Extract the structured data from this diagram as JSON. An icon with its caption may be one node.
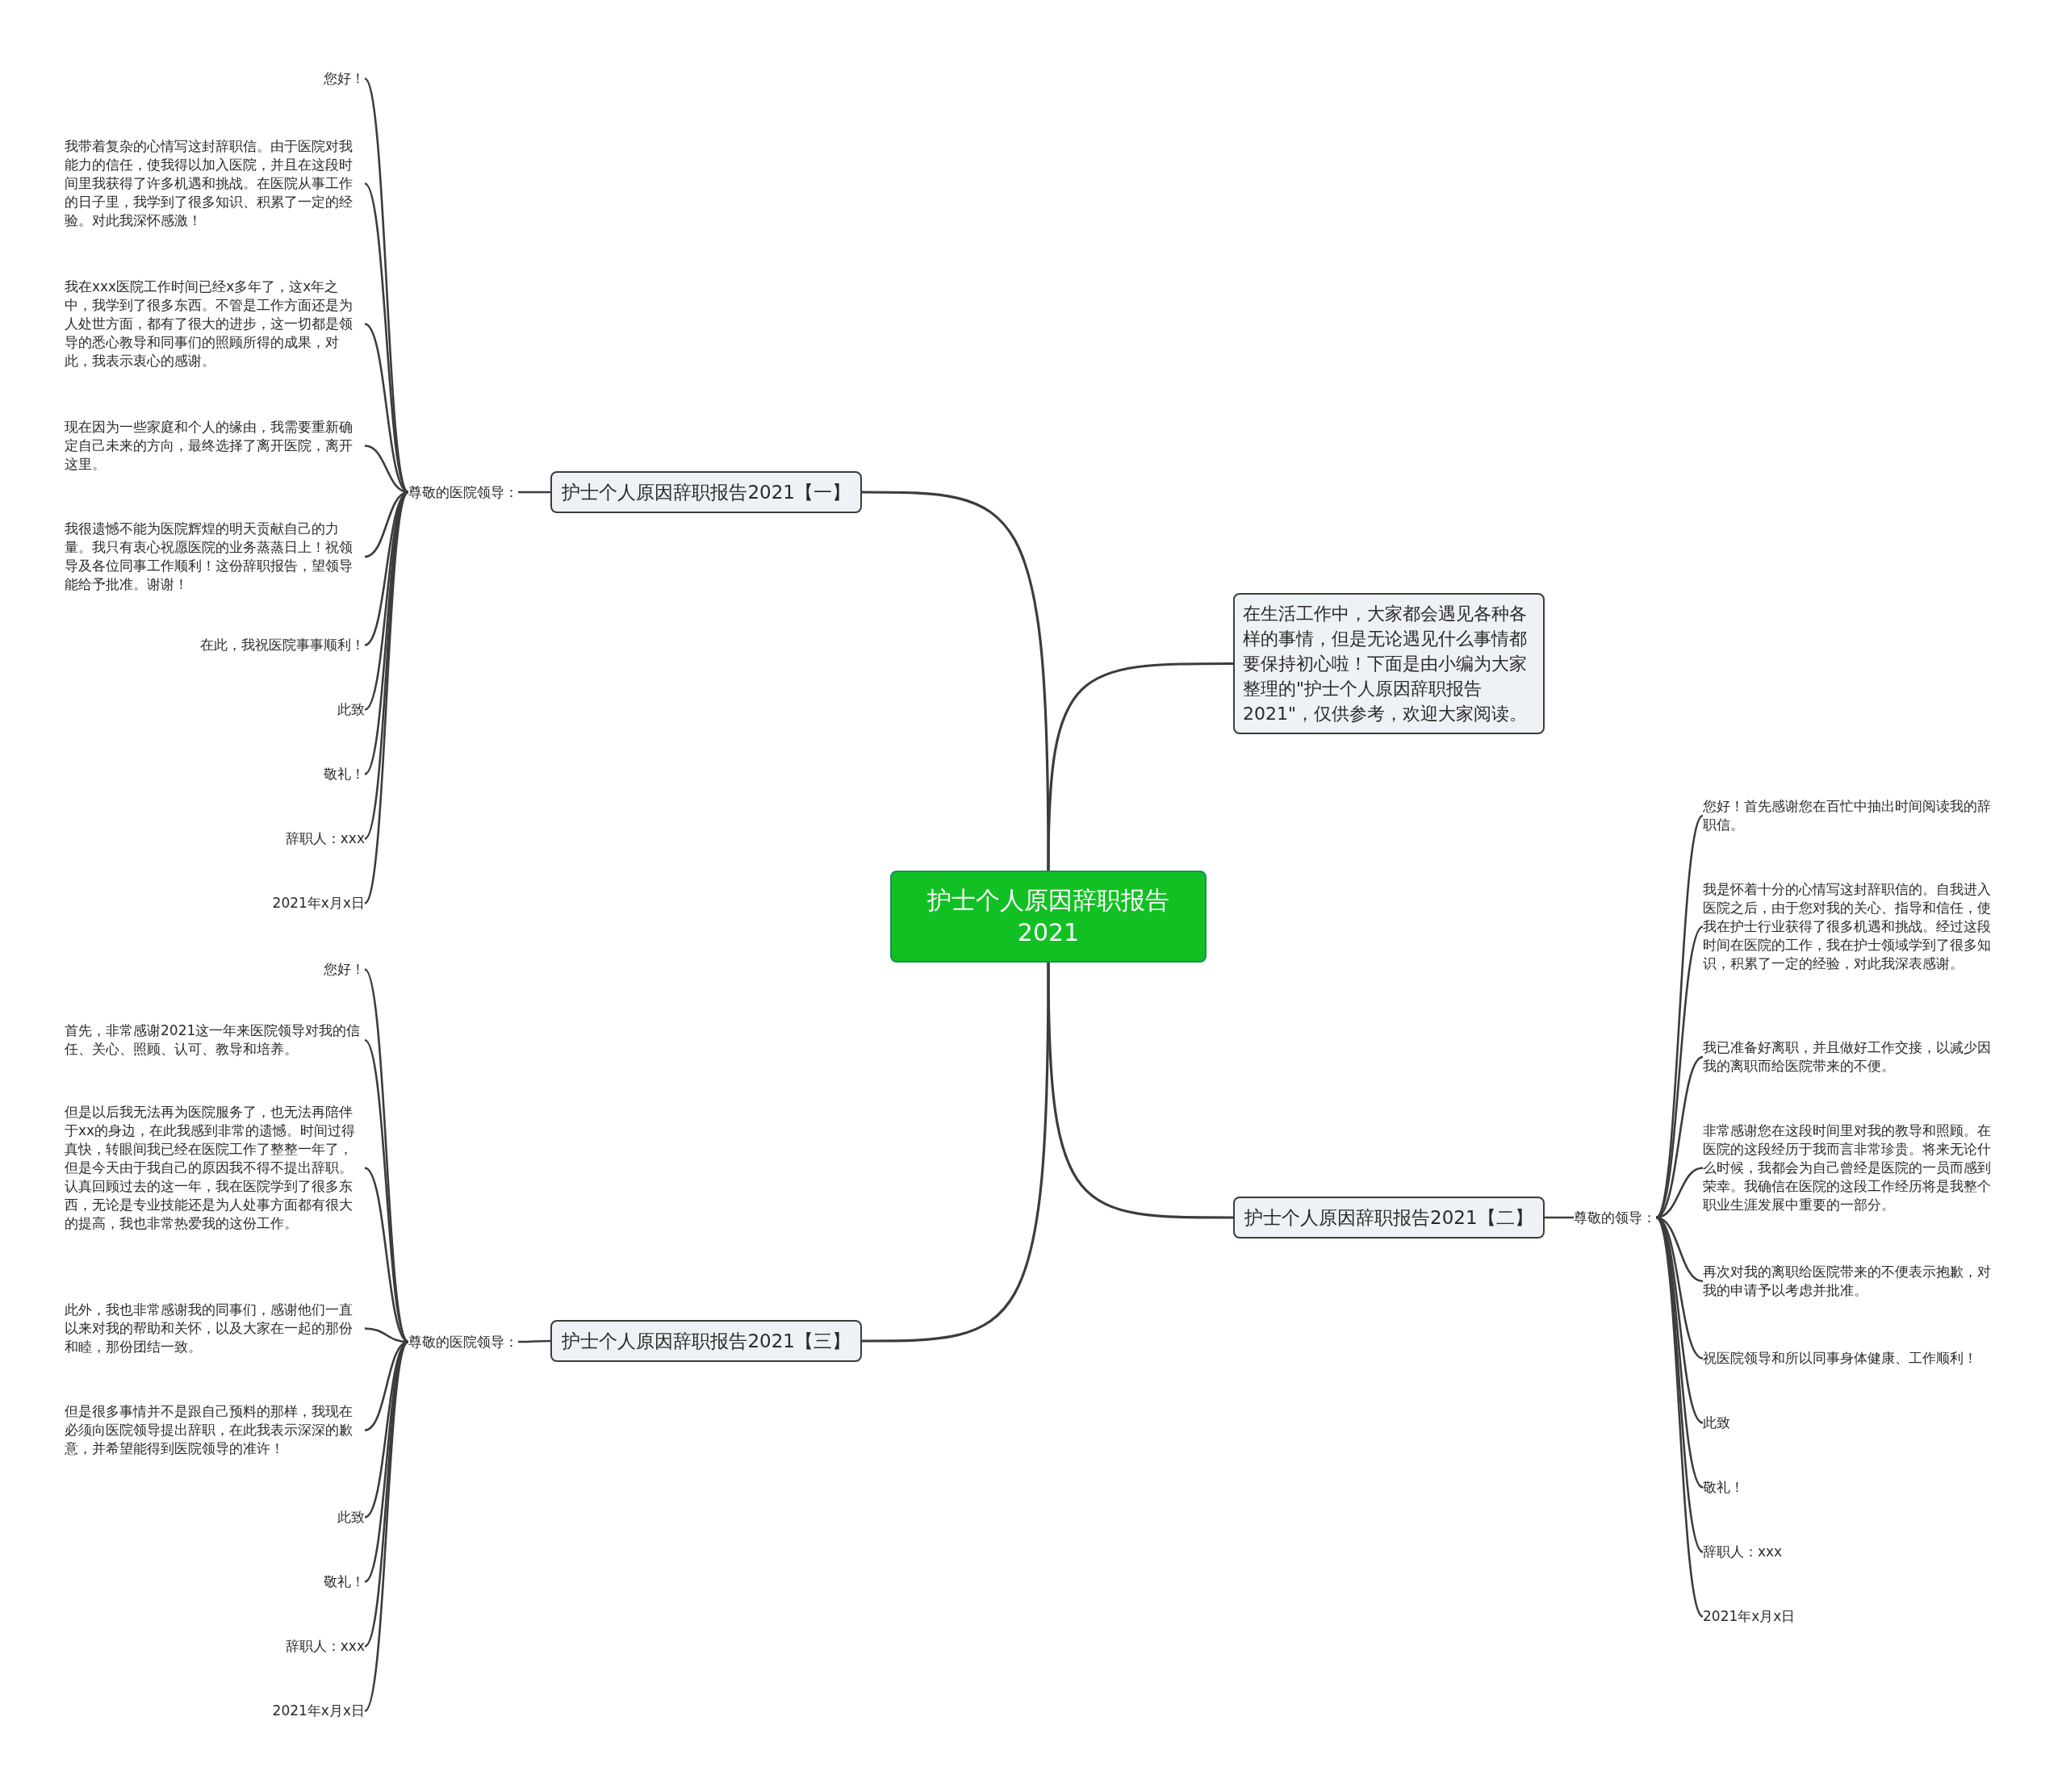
{
  "diagram": {
    "nodes": [
      {
        "text": [
          "护士个人原因辞职报告2021"
        ]
      },
      {
        "text": [
          "护士个人原因辞职报告2021【一】"
        ]
      },
      {
        "text": [
          "尊敬的医院领导："
        ]
      },
      {
        "text": [
          "您好！"
        ]
      },
      {
        "text": [
          "我带着复杂的心情写这封辞职信。由于医院对我能力的信任，使我得以加入医院，并且在这段时间里我获得了许多机遇和挑战。在医院从事工作的日子里，我学到了很多知识、积累了一定的经验。对此我深怀感激！"
        ]
      },
      {
        "text": [
          "我在xxx医院工作时间已经x多年了，这x年之中，我学到了很多东西。不管是工作方面还是为人处世方面，都有了很大的进步，这一切都是领导的悉心教导和同事们的照顾所得的成果，对此，我表示衷心的感谢。"
        ]
      },
      {
        "text": [
          "现在因为一些家庭和个人的缘由，我需要重新确定自己未来的方向，最终选择了离开医院，离开这里。"
        ]
      },
      {
        "text": [
          "我很遗憾不能为医院辉煌的明天贡献自己的力量。我只有衷心祝愿医院的业务蒸蒸日上！祝领导及各位同事工作顺利！这份辞职报告，望领导能给予批准。谢谢！"
        ]
      },
      {
        "text": [
          "在此，我祝医院事事顺利！"
        ]
      },
      {
        "text": [
          "此致"
        ]
      },
      {
        "text": [
          "敬礼！"
        ]
      },
      {
        "text": [
          "辞职人：xxx"
        ]
      },
      {
        "text": [
          "2021年x月x日"
        ]
      },
      {
        "text": [
          "在生活工作中，大家都会遇见各种各样的事情，但是无论遇见什么事情都要保持初心啦！下面是由小编为大家整理的\"护士个人原因辞职报告2021\"，仅供参考，欢迎大家阅读。"
        ]
      },
      {
        "text": [
          "护士个人原因辞职报告2021【二】"
        ]
      },
      {
        "text": [
          "尊敬的领导："
        ]
      },
      {
        "text": [
          "您好！首先感谢您在百忙中抽出时间阅读我的辞职信。"
        ]
      },
      {
        "text": [
          "我是怀着十分的心情写这封辞职信的。自我进入医院之后，由于您对我的关心、指导和信任，使我在护士行业获得了很多机遇和挑战。经过这段时间在医院的工作，我在护士领域学到了很多知识，积累了一定的经验，对此我深表感谢。"
        ]
      },
      {
        "text": [
          "我已准备好离职，并且做好工作交接，以减少因我的离职而给医院带来的不便。"
        ]
      },
      {
        "text": [
          "非常感谢您在这段时间里对我的教导和照顾。在医院的这段经历于我而言非常珍贵。将来无论什么时候，我都会为自己曾经是医院的一员而感到荣幸。我确信在医院的这段工作经历将是我整个职业生涯发展中重要的一部分。"
        ]
      },
      {
        "text": [
          "再次对我的离职给医院带来的不便表示抱歉，对我的申请予以考虑并批准。"
        ]
      },
      {
        "text": [
          "祝医院领导和所以同事身体健康、工作顺利！"
        ]
      },
      {
        "text": [
          "此致"
        ]
      },
      {
        "text": [
          "敬礼！"
        ]
      },
      {
        "text": [
          "辞职人：xxx"
        ]
      },
      {
        "text": [
          "2021年x月x日"
        ]
      },
      {
        "text": [
          "护士个人原因辞职报告2021【三】"
        ]
      },
      {
        "text": [
          "尊敬的医院领导："
        ]
      },
      {
        "text": [
          "您好！"
        ]
      },
      {
        "text": [
          "首先，非常感谢2021这一年来医院领导对我的信任、关心、照顾、认可、教导和培养。"
        ]
      },
      {
        "text": [
          "但是以后我无法再为医院服务了，也无法再陪伴于xx的身边，在此我感到非常的遗憾。时间过得真快，转眼间我已经在医院工作了整整一年了，但是今天由于我自己的原因我不得不提出辞职。认真回顾过去的这一年，我在医院学到了很多东西，无论是专业技能还是为人处事方面都有很大的提高，我也非常热爱我的这份工作。"
        ]
      },
      {
        "text": [
          "此外，我也非常感谢我的同事们，感谢他们一直以来对我的帮助和关怀，以及大家在一起的那份和睦，那份团结一致。"
        ]
      },
      {
        "text": [
          "但是很多事情并不是跟自己预料的那样，我现在必须向医院领导提出辞职，在此我表示深深的歉意，并希望能得到医院领导的准许！"
        ]
      },
      {
        "text": [
          "此致"
        ]
      },
      {
        "text": [
          "敬礼！"
        ]
      },
      {
        "text": [
          "辞职人：xxx"
        ]
      },
      {
        "text": [
          "2021年x月x日"
        ]
      }
    ],
    "edges": [
      {
        "from": 0,
        "to": 1,
        "arrow": "none"
      },
      {
        "from": 0,
        "to": 13,
        "arrow": "none"
      },
      {
        "from": 0,
        "to": 14,
        "arrow": "none"
      },
      {
        "from": 0,
        "to": 26,
        "arrow": "none"
      },
      {
        "from": 1,
        "to": 2,
        "arrow": "none"
      },
      {
        "from": 2,
        "to": 3,
        "arrow": "none"
      },
      {
        "from": 2,
        "to": 4,
        "arrow": "none"
      },
      {
        "from": 2,
        "to": 5,
        "arrow": "none"
      },
      {
        "from": 2,
        "to": 6,
        "arrow": "none"
      },
      {
        "from": 2,
        "to": 7,
        "arrow": "none"
      },
      {
        "from": 2,
        "to": 8,
        "arrow": "none"
      },
      {
        "from": 2,
        "to": 9,
        "arrow": "none"
      },
      {
        "from": 2,
        "to": 10,
        "arrow": "none"
      },
      {
        "from": 2,
        "to": 11,
        "arrow": "none"
      },
      {
        "from": 2,
        "to": 12,
        "arrow": "none"
      },
      {
        "from": 14,
        "to": 15,
        "arrow": "none"
      },
      {
        "from": 15,
        "to": 16,
        "arrow": "none"
      },
      {
        "from": 15,
        "to": 17,
        "arrow": "none"
      },
      {
        "from": 15,
        "to": 18,
        "arrow": "none"
      },
      {
        "from": 15,
        "to": 19,
        "arrow": "none"
      },
      {
        "from": 15,
        "to": 20,
        "arrow": "none"
      },
      {
        "from": 15,
        "to": 21,
        "arrow": "none"
      },
      {
        "from": 15,
        "to": 22,
        "arrow": "none"
      },
      {
        "from": 15,
        "to": 23,
        "arrow": "none"
      },
      {
        "from": 15,
        "to": 24,
        "arrow": "none"
      },
      {
        "from": 15,
        "to": 25,
        "arrow": "none"
      },
      {
        "from": 26,
        "to": 27,
        "arrow": "none"
      },
      {
        "from": 27,
        "to": 28,
        "arrow": "none"
      },
      {
        "from": 27,
        "to": 29,
        "arrow": "none"
      },
      {
        "from": 27,
        "to": 30,
        "arrow": "none"
      },
      {
        "from": 27,
        "to": 31,
        "arrow": "none"
      },
      {
        "from": 27,
        "to": 32,
        "arrow": "none"
      },
      {
        "from": 27,
        "to": 33,
        "arrow": "none"
      },
      {
        "from": 27,
        "to": 34,
        "arrow": "none"
      },
      {
        "from": 27,
        "to": 35,
        "arrow": "none"
      },
      {
        "from": 27,
        "to": 36,
        "arrow": "none"
      }
    ]
  }
}
